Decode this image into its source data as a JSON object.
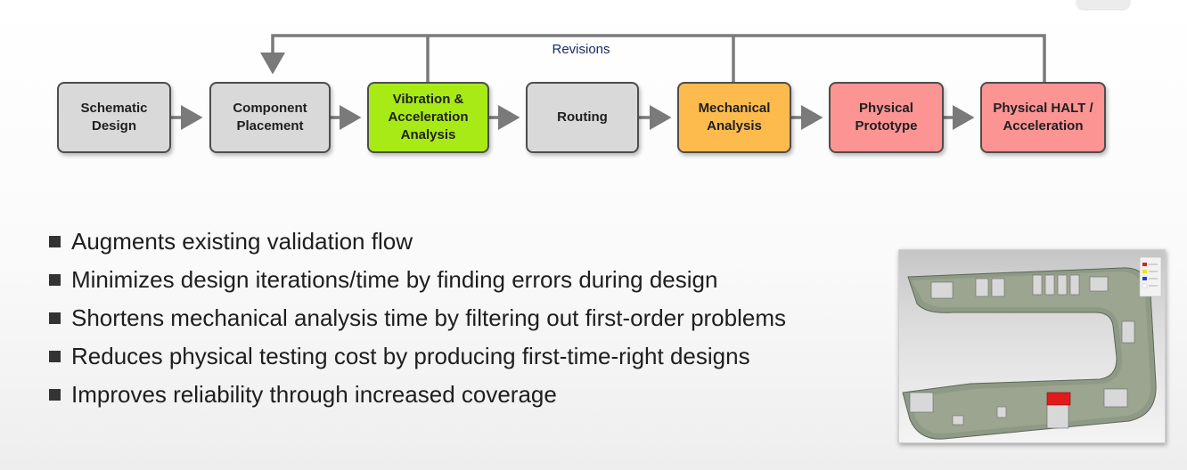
{
  "diagram": {
    "feedback_label": "Revisions",
    "steps": [
      {
        "label_line1": "Schematic",
        "label_line2": "Design",
        "label_line3": "",
        "color": "#d9d9d9"
      },
      {
        "label_line1": "Component",
        "label_line2": "Placement",
        "label_line3": "",
        "color": "#d9d9d9"
      },
      {
        "label_line1": "Vibration &",
        "label_line2": "Acceleration",
        "label_line3": "Analysis",
        "color": "#a8ea16"
      },
      {
        "label_line1": "Routing",
        "label_line2": "",
        "label_line3": "",
        "color": "#d9d9d9"
      },
      {
        "label_line1": "Mechanical",
        "label_line2": "Analysis",
        "label_line3": "",
        "color": "#fdbb4d"
      },
      {
        "label_line1": "Physical",
        "label_line2": "Prototype",
        "label_line3": "",
        "color": "#fd9494"
      },
      {
        "label_line1": "Physical HALT /",
        "label_line2": "Acceleration",
        "label_line3": "",
        "color": "#fd9494"
      }
    ]
  },
  "bullets": [
    "Augments existing validation flow",
    "Minimizes design iterations/time by finding errors during design",
    "Shortens mechanical analysis time by filtering out first-order problems",
    "Reduces physical testing cost by producing first-time-right designs",
    "Improves reliability through increased coverage"
  ],
  "figure": {
    "legend_colors": [
      "#e02020",
      "#f0e020",
      "#2040e0",
      "#ffffff"
    ]
  }
}
